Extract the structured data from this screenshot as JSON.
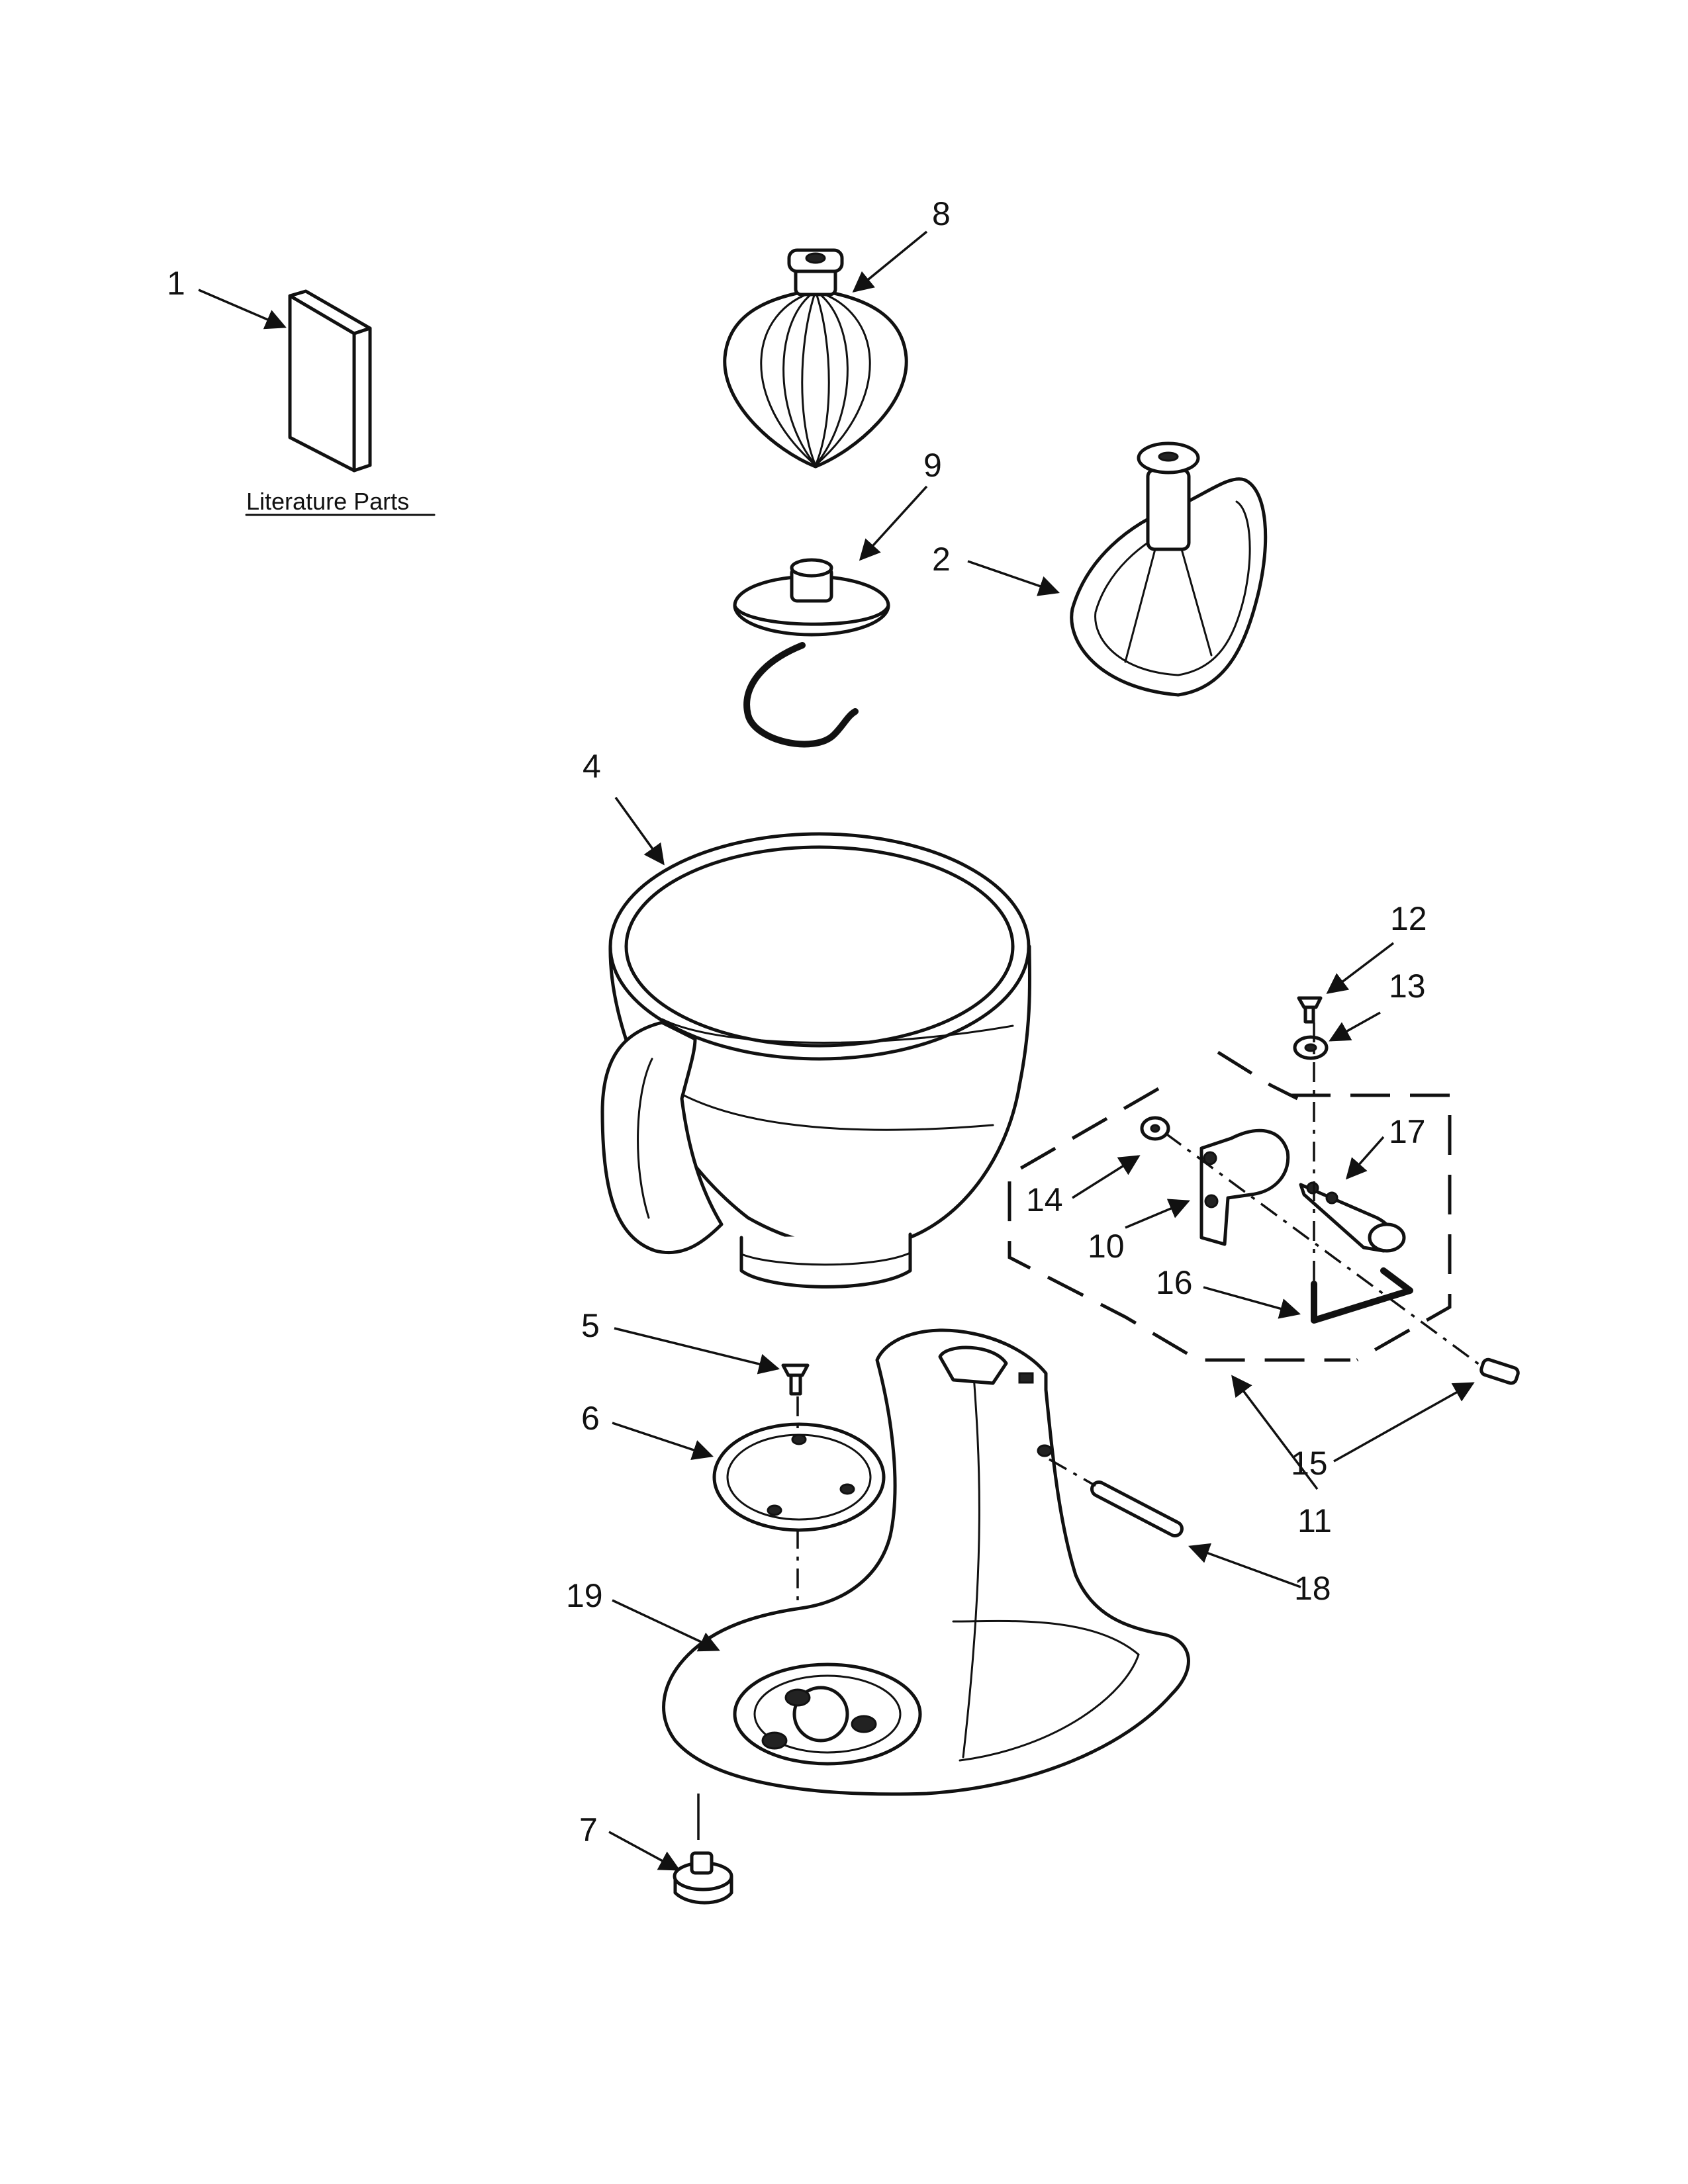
{
  "labels": {
    "p1": "1",
    "p2": "2",
    "p4": "4",
    "p5": "5",
    "p6": "6",
    "p7": "7",
    "p8": "8",
    "p9": "9",
    "p10": "10",
    "p11": "11",
    "p12": "12",
    "p13": "13",
    "p14": "14",
    "p15": "15",
    "p16": "16",
    "p17": "17",
    "p18": "18",
    "p19": "19"
  },
  "literature_caption": "Literature Parts",
  "colors": {
    "ink": "#111111",
    "paper": "#ffffff"
  }
}
